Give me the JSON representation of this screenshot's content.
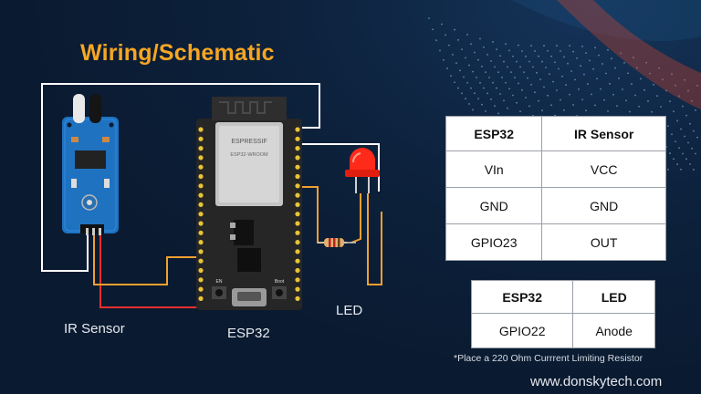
{
  "title": "Wiring/Schematic",
  "labels": {
    "ir_sensor": "IR Sensor",
    "esp32": "ESP32",
    "led": "LED"
  },
  "chip": {
    "brand": "ESPRESSIF",
    "model": "ESP32-WROOM",
    "btn_en": "EN",
    "btn_boot": "Boot"
  },
  "table_ir": {
    "headers": [
      "ESP32",
      "IR Sensor"
    ],
    "rows": [
      [
        "VIn",
        "VCC"
      ],
      [
        "GND",
        "GND"
      ],
      [
        "GPIO23",
        "OUT"
      ]
    ]
  },
  "table_led": {
    "headers": [
      "ESP32",
      "LED"
    ],
    "rows": [
      [
        "GPIO22",
        "Anode"
      ]
    ]
  },
  "note": "*Place a 220 Ohm Currrent Limiting Resistor",
  "website": "www.donskytech.com",
  "colors": {
    "accent": "#f6a623",
    "wire_white": "#ffffff",
    "wire_red": "#e53030",
    "wire_orange": "#f0a030",
    "board": "#2a2a2a",
    "sensor": "#1f72c0",
    "led_red": "#ff2a1a"
  }
}
